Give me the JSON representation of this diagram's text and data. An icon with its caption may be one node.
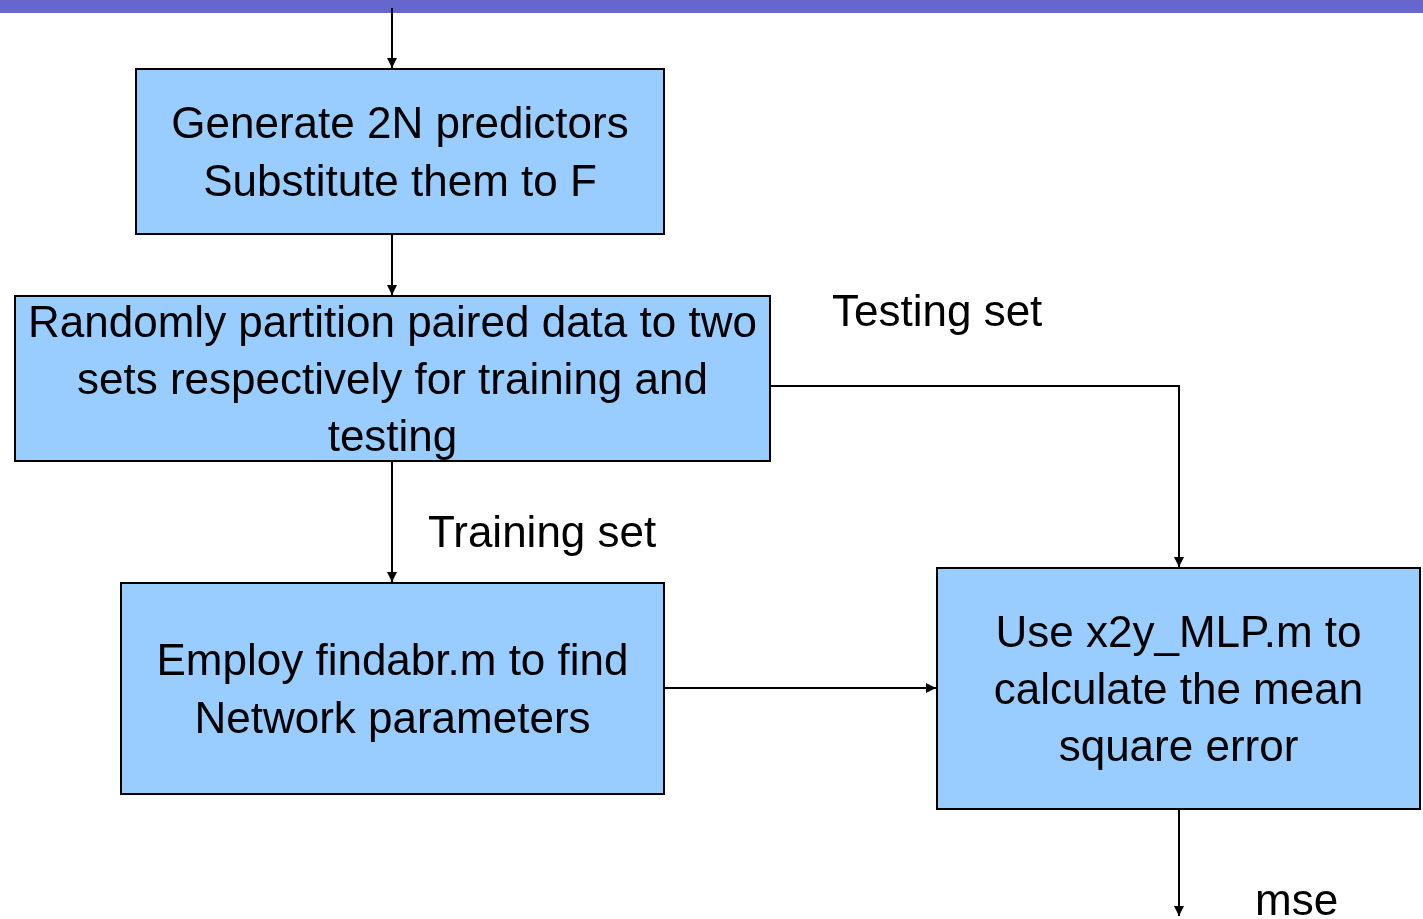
{
  "diagram": {
    "nodes": [
      {
        "text": [
          "Generate 2N predictors",
          "Substitute them to F"
        ]
      },
      {
        "text": [
          "Randomly partition paired data to two sets respectively for training and testing"
        ]
      },
      {
        "text": [
          "Employ findabr.m to find Network parameters"
        ]
      },
      {
        "text": [
          "Use x2y_MLP.m to calculate the mean square error"
        ]
      }
    ],
    "edges": [
      {
        "from": null,
        "to": 0,
        "arrow": "to"
      },
      {
        "from": 0,
        "to": 1,
        "arrow": "to"
      },
      {
        "from": 1,
        "to": 2,
        "arrow": "to",
        "label": "Training set"
      },
      {
        "from": 1,
        "to": 3,
        "arrow": "to",
        "label": "Testing set"
      },
      {
        "from": 2,
        "to": 3,
        "arrow": "to"
      },
      {
        "from": 3,
        "to": null,
        "arrow": "to",
        "label": "mse"
      }
    ]
  }
}
